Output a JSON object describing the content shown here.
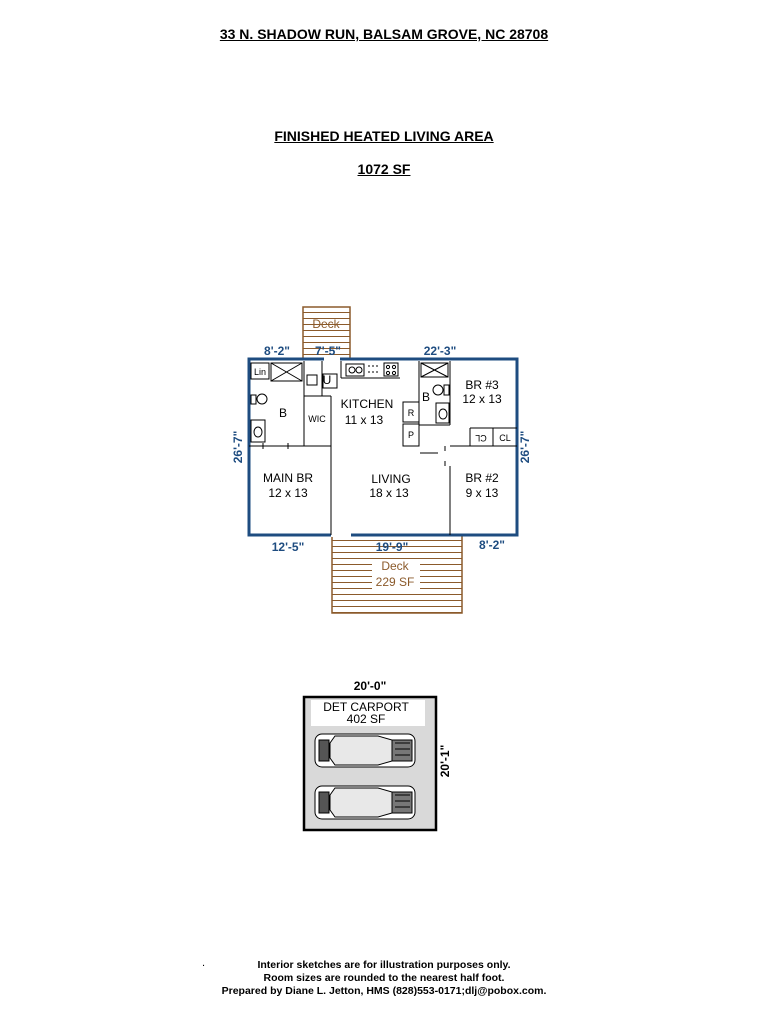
{
  "header": {
    "address": "33 N. SHADOW RUN, BALSAM GROVE, NC 28708",
    "area_title": "FINISHED HEATED LIVING AREA",
    "area_sf": "1072 SF"
  },
  "colors": {
    "wall": "#1e4c80",
    "dimension": "#1e4c80",
    "deck": "#8b5a2b",
    "carport": "#000000"
  },
  "house": {
    "dims": {
      "top_left": "8'-2\"",
      "top_mid": "7'-5\"",
      "top_right": "22'-3\"",
      "left_side": "26'-7\"",
      "right_side": "26'-7\"",
      "bottom_left": "12'-5\"",
      "bottom_mid": "19'-9\"",
      "bottom_right": "8'-2\""
    },
    "rooms": {
      "lin": "Lin",
      "bath_left": "B",
      "wic": "WIC",
      "utility": "U",
      "kitchen_name": "KITCHEN",
      "kitchen_size": "11 x 13",
      "fridge": "R",
      "pantry": "P",
      "bath_right": "B",
      "br3_name": "BR #3",
      "br3_size": "12 x 13",
      "closet_a": "CL",
      "closet_b": "CL",
      "main_br_name": "MAIN BR",
      "main_br_size": "12 x 13",
      "living_name": "LIVING",
      "living_size": "18 x 13",
      "br2_name": "BR #2",
      "br2_size": "9 x 13"
    },
    "deck_top": "Deck",
    "deck_bottom_name": "Deck",
    "deck_bottom_sf": "229 SF"
  },
  "carport": {
    "dim_top": "20'-0\"",
    "dim_side": "20'-1\"",
    "name": "DET CARPORT",
    "sf": "402 SF"
  },
  "footer": {
    "dot": ".",
    "line1": "Interior sketches are for illustration purposes only.",
    "line2": "Room sizes are rounded to the nearest half foot.",
    "line3": "Prepared by Diane L. Jetton, HMS (828)553-0171;dlj@pobox.com."
  }
}
